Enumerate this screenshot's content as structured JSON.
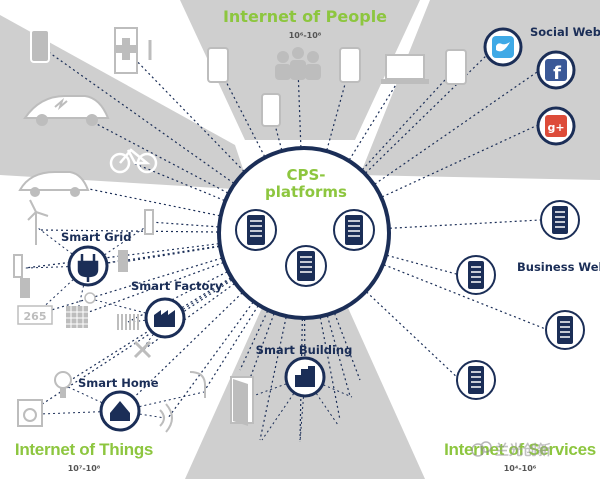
{
  "colors": {
    "accent_green": "#8dc63f",
    "navy": "#1b2e57",
    "wedge_gray": "#c9c9c9",
    "icon_gray": "#a9a9a9",
    "link_line": "#1b2e57"
  },
  "header": {
    "title": "Internet of People",
    "range": "10⁶-10⁸"
  },
  "center": {
    "title_line1": "CPS-",
    "title_line2": "platforms"
  },
  "corners": {
    "things_title": "Internet of Things",
    "things_range": "10⁷-10⁸",
    "services_title": "Internet of Services",
    "services_range": "10⁴-10⁶"
  },
  "nodes": {
    "social_web": "Social Web",
    "business_web": "Business Web",
    "smart_grid": "Smart Grid",
    "smart_factory": "Smart Factory",
    "smart_home": "Smart Home",
    "smart_building": "Smart Building"
  },
  "icons": {
    "social": [
      "twitter-icon",
      "facebook-icon",
      "google-plus-icon"
    ],
    "platforms": [
      "server-icon",
      "server-icon",
      "server-icon"
    ],
    "business": [
      "server-icon",
      "server-icon",
      "server-icon",
      "server-icon"
    ],
    "people": [
      "smartphone-icon",
      "smartphone-icon",
      "people-group-icon",
      "laptop-icon",
      "smartphone-icon",
      "smartphone-icon"
    ],
    "things": [
      "car-icon",
      "ev-car-icon",
      "bicycle-icon",
      "hospital-icon",
      "wind-turbine-icon",
      "battery-icon",
      "power-plug-icon",
      "factory-icon",
      "house-icon",
      "building-icon",
      "door-icon"
    ]
  },
  "watermark": "兰光创新"
}
